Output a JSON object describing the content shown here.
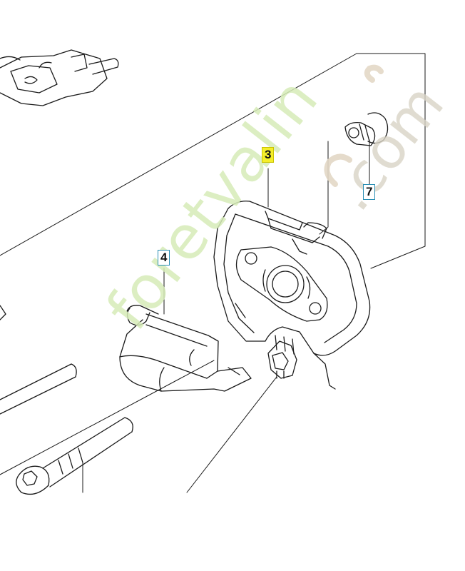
{
  "callouts": [
    {
      "id": "3",
      "label": "3",
      "highlighted": true
    },
    {
      "id": "4",
      "label": "4",
      "highlighted": false
    },
    {
      "id": "7",
      "label": "7",
      "highlighted": false
    }
  ],
  "watermark": {
    "text": "foretvalin",
    "suffix": ".com",
    "color": "#d6ecb8"
  },
  "colors": {
    "line": "#1a1a1a",
    "highlight": "#f4ee2a",
    "callout_border": "#2a8fb5"
  }
}
